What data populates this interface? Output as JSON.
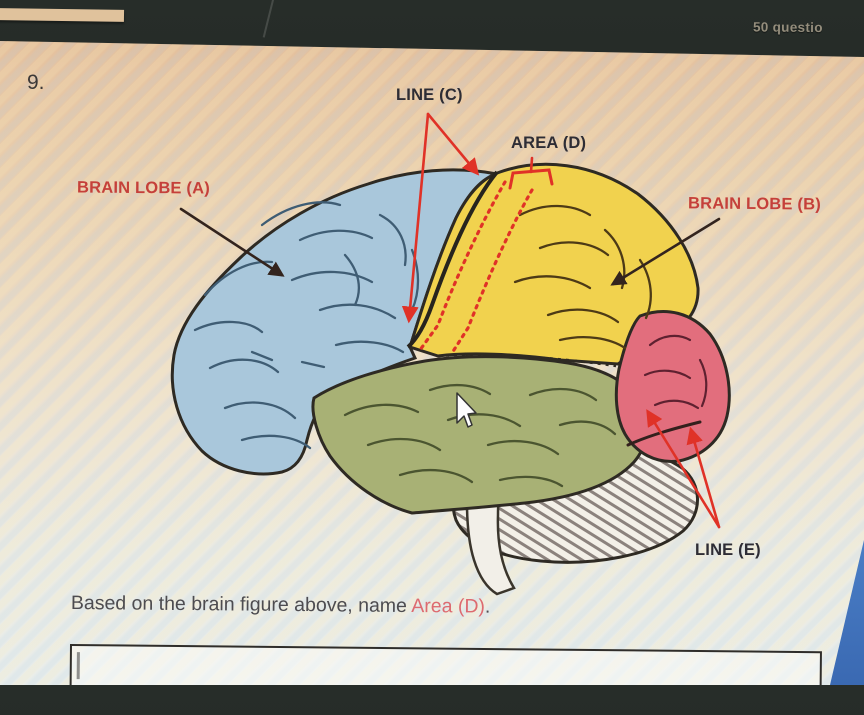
{
  "header": {
    "questions_count": "50 questio"
  },
  "question": {
    "number": "9.",
    "prompt_prefix": "Based on the brain figure above, name ",
    "prompt_highlight": "Area (D)",
    "prompt_suffix": "."
  },
  "answer_input": {
    "value": "",
    "placeholder": ""
  },
  "figure": {
    "labels": {
      "line_c": "LINE (C)",
      "area_d": "AREA (D)",
      "brain_lobe_a": "BRAIN LOBE (A)",
      "brain_lobe_b": "BRAIN LOBE (B)",
      "line_e": "LINE (E)"
    },
    "colors": {
      "frontal_lobe": "#a9c7db",
      "parietal_lobe": "#f1d24e",
      "temporal_lobe": "#a8b175",
      "occipital_lobe": "#e26e7d",
      "cerebellum": "#f3f0e8",
      "brain_stem": "#f2efe8",
      "outline": "#2e2a23",
      "marker_red": "#e03227",
      "label_red": "#c5403a",
      "label_dark": "#2e2d35",
      "desktop_blue": "#3e6fb7"
    }
  }
}
